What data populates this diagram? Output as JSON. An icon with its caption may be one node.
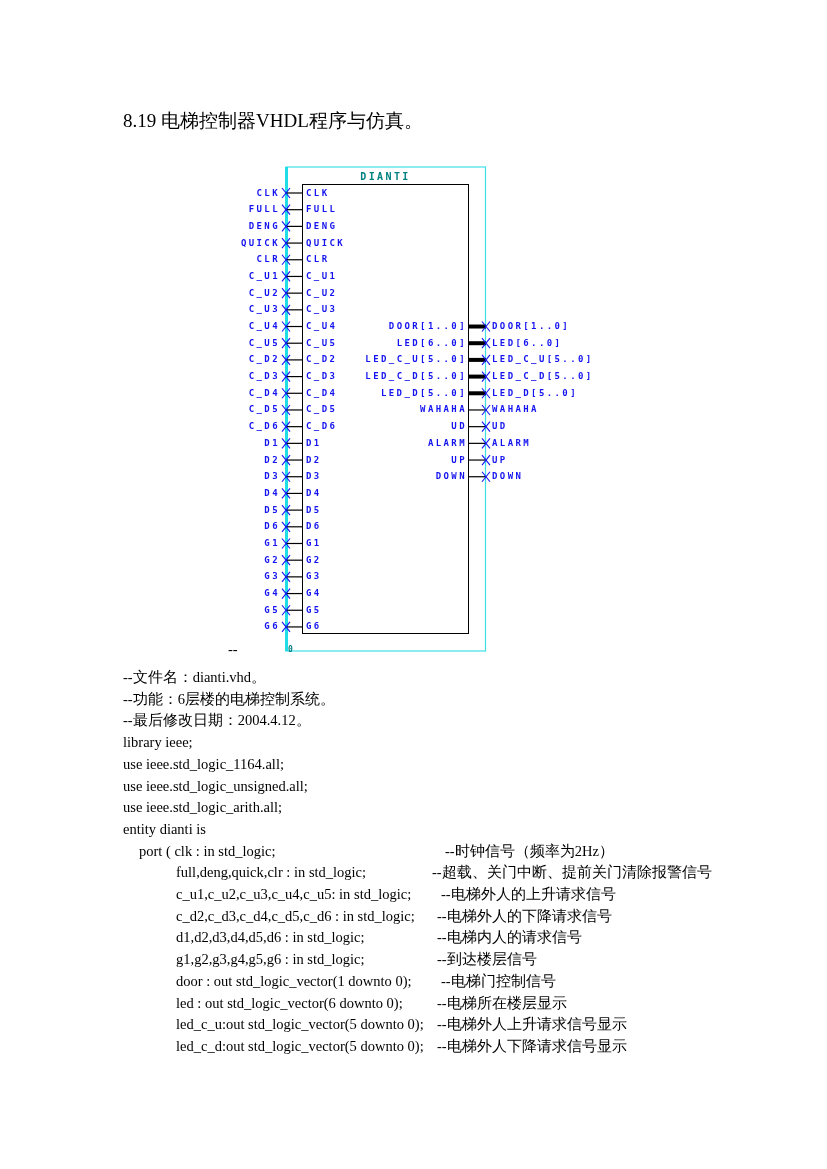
{
  "diagram": {
    "title": "8.19 电梯控制器VHDL程序与仿真。",
    "nodes": [
      {
        "text": [
          "DIANTI",
          "CLK",
          "FULL",
          "DENG",
          "QUICK",
          "CLR",
          "C_U1",
          "C_U2",
          "C_U3",
          "C_U4",
          "C_U5",
          "C_D2",
          "C_D3",
          "C_D4",
          "C_D5",
          "C_D6",
          "D1",
          "D2",
          "D3",
          "D4",
          "D5",
          "D6",
          "G1",
          "G2",
          "G3",
          "G4",
          "G5",
          "G6",
          "DOOR[1..0]",
          "LED[6..0]",
          "LED_C_U[5..0]",
          "LED_C_D[5..0]",
          "LED_D[5..0]",
          "WAHAHA",
          "UD",
          "ALARM",
          "UP",
          "DOWN"
        ]
      },
      {
        "text": [
          "CLK"
        ]
      },
      {
        "text": [
          "FULL"
        ]
      },
      {
        "text": [
          "DENG"
        ]
      },
      {
        "text": [
          "QUICK"
        ]
      },
      {
        "text": [
          "CLR"
        ]
      },
      {
        "text": [
          "C_U1"
        ]
      },
      {
        "text": [
          "C_U2"
        ]
      },
      {
        "text": [
          "C_U3"
        ]
      },
      {
        "text": [
          "C_U4"
        ]
      },
      {
        "text": [
          "C_U5"
        ]
      },
      {
        "text": [
          "C_D2"
        ]
      },
      {
        "text": [
          "C_D3"
        ]
      },
      {
        "text": [
          "C_D4"
        ]
      },
      {
        "text": [
          "C_D5"
        ]
      },
      {
        "text": [
          "C_D6"
        ]
      },
      {
        "text": [
          "D1"
        ]
      },
      {
        "text": [
          "D2"
        ]
      },
      {
        "text": [
          "D3"
        ]
      },
      {
        "text": [
          "D4"
        ]
      },
      {
        "text": [
          "D5"
        ]
      },
      {
        "text": [
          "D6"
        ]
      },
      {
        "text": [
          "G1"
        ]
      },
      {
        "text": [
          "G2"
        ]
      },
      {
        "text": [
          "G3"
        ]
      },
      {
        "text": [
          "G4"
        ]
      },
      {
        "text": [
          "G5"
        ]
      },
      {
        "text": [
          "G6"
        ]
      },
      {
        "text": [
          "DOOR[1..0]"
        ]
      },
      {
        "text": [
          "LED[6..0]"
        ]
      },
      {
        "text": [
          "LED_C_U[5..0]"
        ]
      },
      {
        "text": [
          "LED_C_D[5..0]"
        ]
      },
      {
        "text": [
          "LED_D[5..0]"
        ]
      },
      {
        "text": [
          "WAHAHA"
        ]
      },
      {
        "text": [
          "UD"
        ]
      },
      {
        "text": [
          "ALARM"
        ]
      },
      {
        "text": [
          "UP"
        ]
      },
      {
        "text": [
          "DOWN"
        ]
      }
    ],
    "edges": [
      {
        "from": 1,
        "to": 0,
        "arrow": "other"
      },
      {
        "from": 2,
        "to": 0,
        "arrow": "other"
      },
      {
        "from": 3,
        "to": 0,
        "arrow": "other"
      },
      {
        "from": 4,
        "to": 0,
        "arrow": "other"
      },
      {
        "from": 5,
        "to": 0,
        "arrow": "other"
      },
      {
        "from": 6,
        "to": 0,
        "arrow": "other"
      },
      {
        "from": 7,
        "to": 0,
        "arrow": "other"
      },
      {
        "from": 8,
        "to": 0,
        "arrow": "other"
      },
      {
        "from": 9,
        "to": 0,
        "arrow": "other"
      },
      {
        "from": 10,
        "to": 0,
        "arrow": "other"
      },
      {
        "from": 11,
        "to": 0,
        "arrow": "other"
      },
      {
        "from": 12,
        "to": 0,
        "arrow": "other"
      },
      {
        "from": 13,
        "to": 0,
        "arrow": "other"
      },
      {
        "from": 14,
        "to": 0,
        "arrow": "other"
      },
      {
        "from": 15,
        "to": 0,
        "arrow": "other"
      },
      {
        "from": 16,
        "to": 0,
        "arrow": "other"
      },
      {
        "from": 17,
        "to": 0,
        "arrow": "other"
      },
      {
        "from": 18,
        "to": 0,
        "arrow": "other"
      },
      {
        "from": 19,
        "to": 0,
        "arrow": "other"
      },
      {
        "from": 20,
        "to": 0,
        "arrow": "other"
      },
      {
        "from": 21,
        "to": 0,
        "arrow": "other"
      },
      {
        "from": 22,
        "to": 0,
        "arrow": "other"
      },
      {
        "from": 23,
        "to": 0,
        "arrow": "other"
      },
      {
        "from": 24,
        "to": 0,
        "arrow": "other"
      },
      {
        "from": 25,
        "to": 0,
        "arrow": "other"
      },
      {
        "from": 26,
        "to": 0,
        "arrow": "other"
      },
      {
        "from": 27,
        "to": 0,
        "arrow": "other"
      },
      {
        "from": 0,
        "to": 28,
        "arrow": "other",
        "style": "thick"
      },
      {
        "from": 0,
        "to": 29,
        "arrow": "other",
        "style": "thick"
      },
      {
        "from": 0,
        "to": 30,
        "arrow": "other",
        "style": "thick"
      },
      {
        "from": 0,
        "to": 31,
        "arrow": "other",
        "style": "thick"
      },
      {
        "from": 0,
        "to": 32,
        "arrow": "other",
        "style": "thick"
      },
      {
        "from": 0,
        "to": 33,
        "arrow": "other"
      },
      {
        "from": 0,
        "to": 34,
        "arrow": "other"
      },
      {
        "from": 0,
        "to": 35,
        "arrow": "other"
      },
      {
        "from": 0,
        "to": 36,
        "arrow": "other"
      },
      {
        "from": 0,
        "to": 37,
        "arrow": "other"
      }
    ],
    "labels": [
      "0",
      "--",
      "--文件名：dianti.vhd。",
      "--功能：6层楼的电梯控制系统。",
      "--最后修改日期：2004.4.12。",
      "library ieee;",
      "use ieee.std_logic_1164.all;",
      "use ieee.std_logic_unsigned.all;",
      "use ieee.std_logic_arith.all;",
      "entity dianti is",
      "port ( clk : in std_logic;",
      "--时钟信号（频率为2Hz）",
      "full,deng,quick,clr : in std_logic;",
      "--超载、关门中断、提前关门清除报警信号",
      "c_u1,c_u2,c_u3,c_u4,c_u5: in std_logic;",
      "--电梯外人的上升请求信号",
      "c_d2,c_d3,c_d4,c_d5,c_d6 : in std_logic;",
      "--电梯外人的下降请求信号",
      "d1,d2,d3,d4,d5,d6 : in std_logic;",
      "--电梯内人的请求信号",
      "g1,g2,g3,g4,g5,g6 : in std_logic;",
      "--到达楼层信号",
      "door : out std_logic_vector(1 downto 0);",
      "--电梯门控制信号",
      "led : out std_logic_vector(6 downto 0);",
      "--电梯所在楼层显示",
      "led_c_u:out std_logic_vector(5 downto 0);",
      "--电梯外人上升请求信号显示",
      "led_c_d:out std_logic_vector(5 downto 0);",
      "--电梯外人下降请求信号显示"
    ]
  }
}
